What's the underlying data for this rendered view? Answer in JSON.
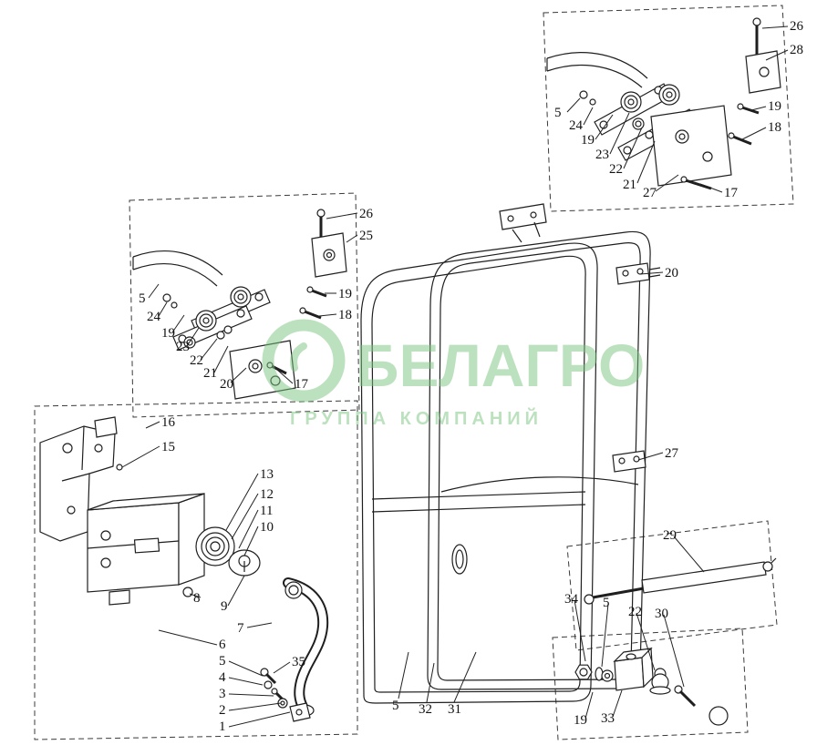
{
  "watermark": {
    "title": "БЕЛАГРО",
    "subtitle": "ГРУППА КОМПАНИЙ",
    "color": "#7cc57f"
  },
  "callouts": [
    {
      "label": "26"
    },
    {
      "label": "28"
    },
    {
      "label": "19"
    },
    {
      "label": "18"
    },
    {
      "label": "5"
    },
    {
      "label": "24"
    },
    {
      "label": "19"
    },
    {
      "label": "23"
    },
    {
      "label": "22"
    },
    {
      "label": "21"
    },
    {
      "label": "27"
    },
    {
      "label": "17"
    },
    {
      "label": "26"
    },
    {
      "label": "25"
    },
    {
      "label": "19"
    },
    {
      "label": "18"
    },
    {
      "label": "5"
    },
    {
      "label": "24"
    },
    {
      "label": "19"
    },
    {
      "label": "23"
    },
    {
      "label": "22"
    },
    {
      "label": "21"
    },
    {
      "label": "20"
    },
    {
      "label": "17"
    },
    {
      "label": "20"
    },
    {
      "label": "27"
    },
    {
      "label": "5"
    },
    {
      "label": "32"
    },
    {
      "label": "31"
    },
    {
      "label": "16"
    },
    {
      "label": "15"
    },
    {
      "label": "13"
    },
    {
      "label": "12"
    },
    {
      "label": "11"
    },
    {
      "label": "10"
    },
    {
      "label": "8"
    },
    {
      "label": "9"
    },
    {
      "label": "7"
    },
    {
      "label": "6"
    },
    {
      "label": "5"
    },
    {
      "label": "4"
    },
    {
      "label": "3"
    },
    {
      "label": "2"
    },
    {
      "label": "1"
    },
    {
      "label": "35"
    },
    {
      "label": "29"
    },
    {
      "label": "34"
    },
    {
      "label": "5"
    },
    {
      "label": "22"
    },
    {
      "label": "30"
    },
    {
      "label": "19"
    },
    {
      "label": "33"
    }
  ]
}
